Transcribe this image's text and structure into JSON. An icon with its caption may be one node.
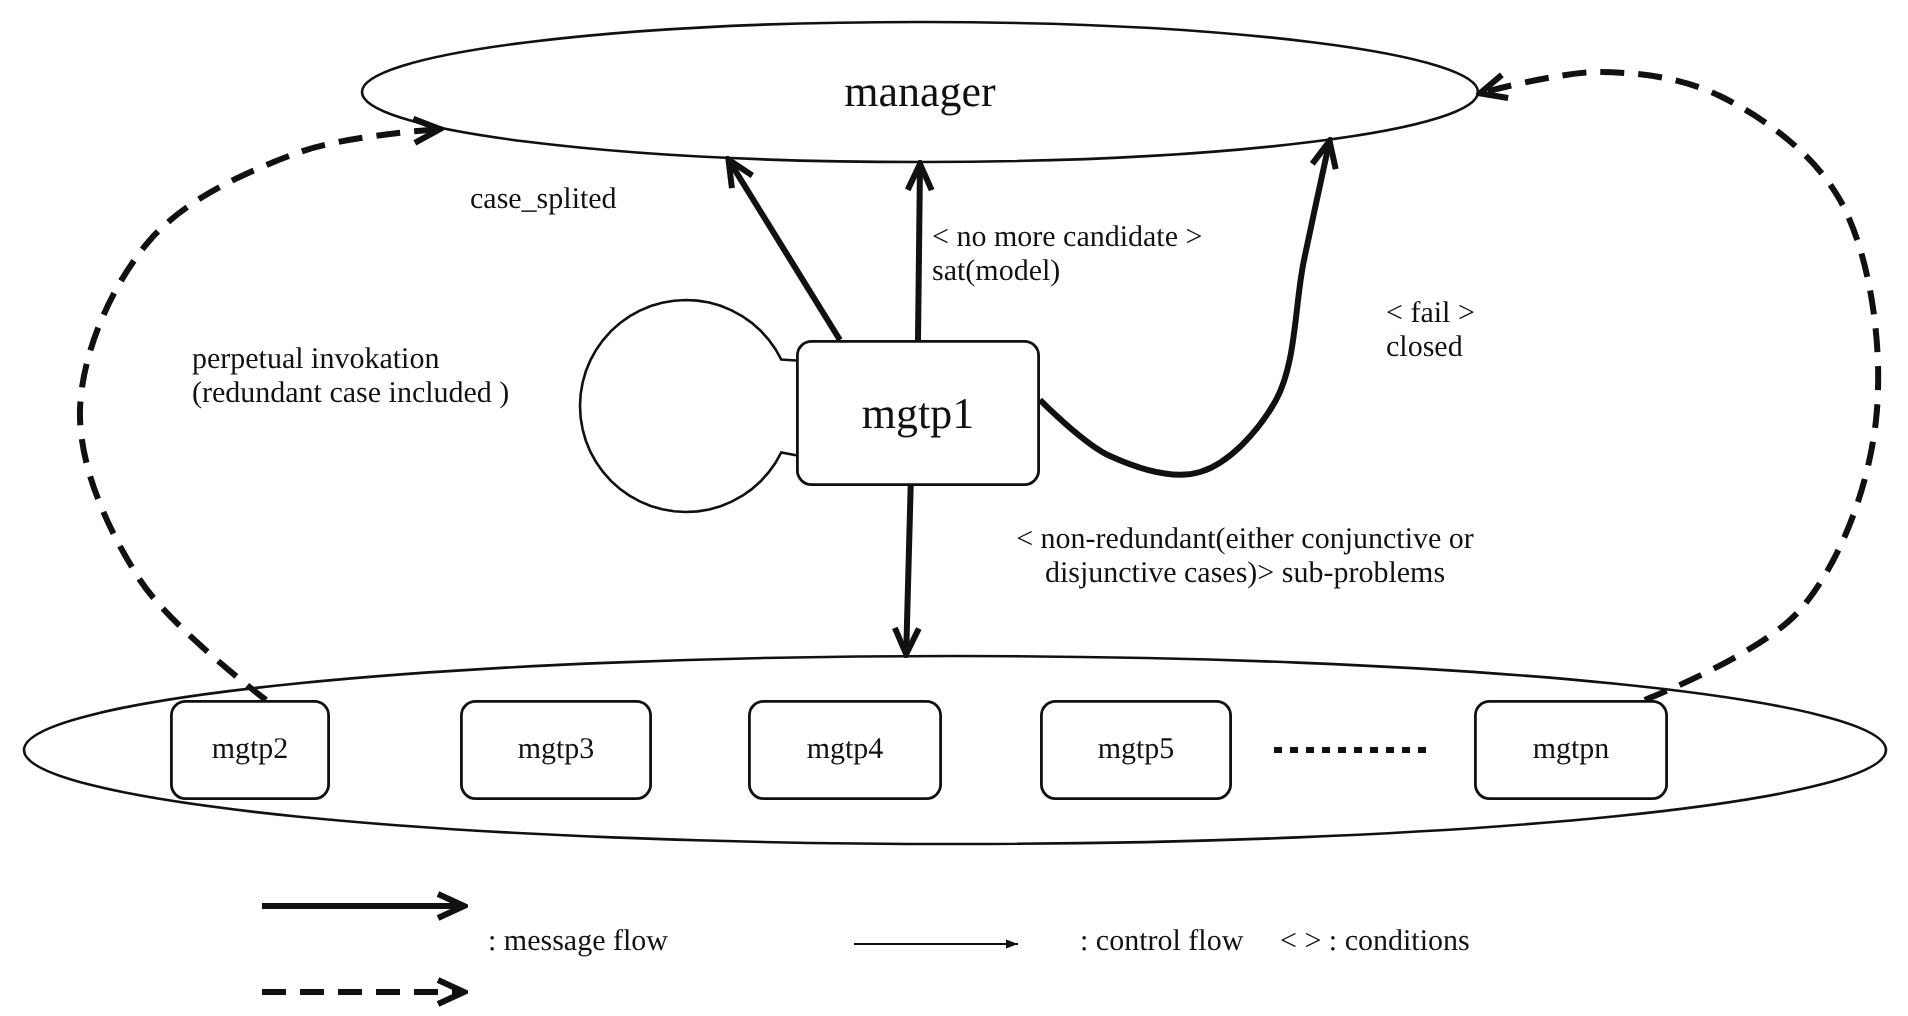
{
  "diagram": {
    "nodes": [
      {
        "text": [
          "manager"
        ]
      },
      {
        "text": [
          "mgtp1"
        ]
      },
      {
        "text": [],
        "shape": "ellipse"
      },
      {
        "text": [
          "mgtp2"
        ],
        "in": 2
      },
      {
        "text": [
          "mgtp3"
        ],
        "in": 2
      },
      {
        "text": [
          "mgtp4"
        ],
        "in": 2
      },
      {
        "text": [
          "mgtp5"
        ],
        "in": 2
      },
      {
        "text": [
          "mgtpn"
        ],
        "in": 2
      }
    ],
    "edges": [
      {
        "from": 1,
        "to": 0,
        "arrow": "to",
        "label": "case_splited"
      },
      {
        "from": 1,
        "to": 0,
        "arrow": "to",
        "label": "< no more candidate > sat(model)"
      },
      {
        "from": 1,
        "to": 0,
        "arrow": "to",
        "label": "< fail > closed"
      },
      {
        "from": 1,
        "to": 2,
        "arrow": "to",
        "label": "< non-redundant(either conjunctive or disjunctive cases)> sub-problems"
      },
      {
        "from": 3,
        "to": 0,
        "arrow": "to",
        "style": "dashed"
      },
      {
        "from": 7,
        "to": 0,
        "arrow": "to",
        "style": "dashed"
      },
      {
        "from": 1,
        "to": 1,
        "arrow": "none",
        "label": "perpetual invokation (redundant case included )"
      }
    ],
    "legend": [
      {
        "text": ": message flow"
      },
      {
        "text": ": control flow"
      },
      {
        "text": "< > : conditions"
      }
    ]
  }
}
